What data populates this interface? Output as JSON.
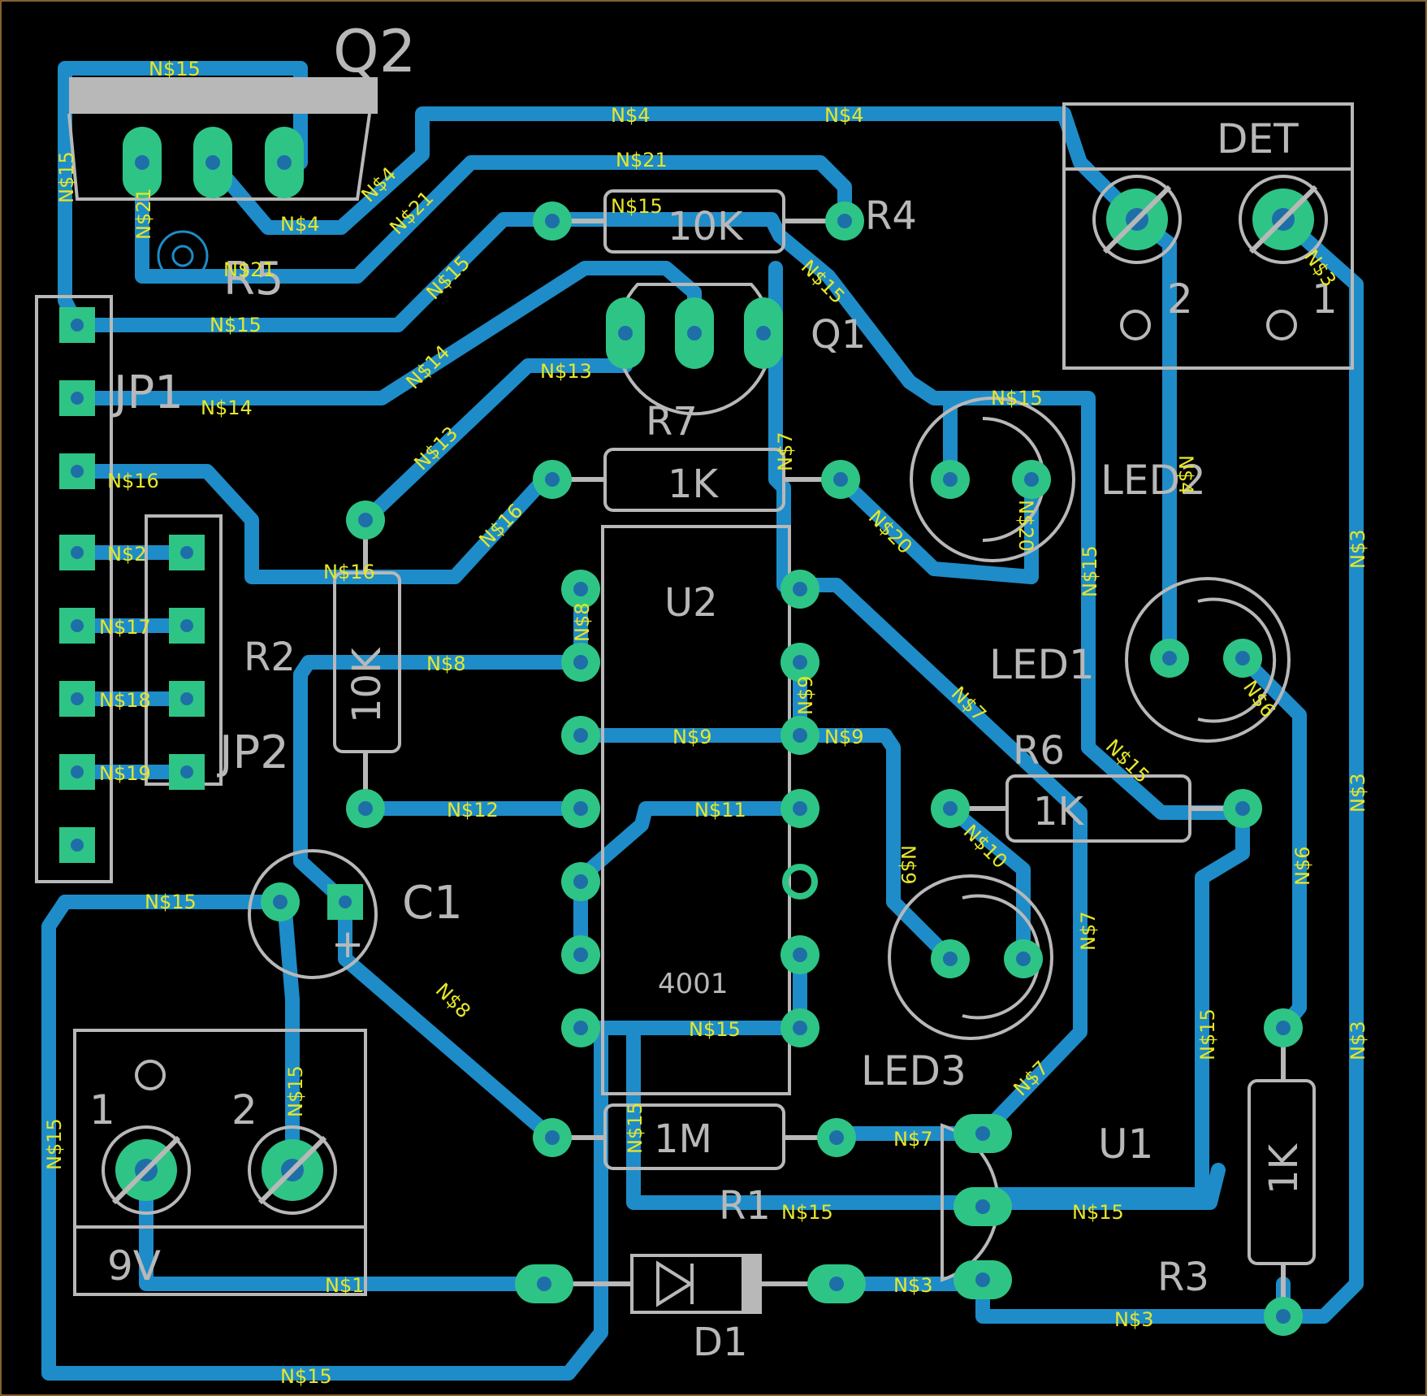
{
  "colors": {
    "background": "#000000",
    "trace": "#1e8cc8",
    "pad": "#2ec486",
    "silkscreen": "#b8b8b8",
    "net_label": "#e6e62a",
    "board_outline": "#b08040"
  },
  "components": {
    "Q2": {
      "name": "Q2"
    },
    "R4": {
      "name": "R4",
      "value": "10K"
    },
    "R5": {
      "name": "R5"
    },
    "Q1": {
      "name": "Q1"
    },
    "R7": {
      "name": "R7",
      "value": "1K"
    },
    "JP1": {
      "name": "JP1"
    },
    "JP2": {
      "name": "JP2"
    },
    "R2": {
      "name": "R2",
      "value": "10K"
    },
    "U2": {
      "name": "U2",
      "value": "4001"
    },
    "DET": {
      "name": "DET",
      "pin1": "1",
      "pin2": "2"
    },
    "LED2": {
      "name": "LED2"
    },
    "LED1": {
      "name": "LED1"
    },
    "R6": {
      "name": "R6",
      "value": "1K"
    },
    "LED3": {
      "name": "LED3"
    },
    "C1": {
      "name": "C1",
      "plus": "+"
    },
    "R1": {
      "name": "R1",
      "value": "1M"
    },
    "U1": {
      "name": "U1"
    },
    "R3": {
      "name": "R3",
      "value": "1K"
    },
    "D1": {
      "name": "D1"
    },
    "BAT": {
      "name": "9V",
      "pin1": "1",
      "pin2": "2"
    }
  },
  "net_labels": [
    {
      "text": "N$15"
    },
    {
      "text": "N$15"
    },
    {
      "text": "N$4"
    },
    {
      "text": "N$4"
    },
    {
      "text": "N$21"
    },
    {
      "text": "N$15"
    },
    {
      "text": "N$4"
    },
    {
      "text": "N$4"
    },
    {
      "text": "N$21"
    },
    {
      "text": "N$21"
    },
    {
      "text": "N$21"
    },
    {
      "text": "N$15"
    },
    {
      "text": "N$15"
    },
    {
      "text": "N$15"
    },
    {
      "text": "N$14"
    },
    {
      "text": "N$13"
    },
    {
      "text": "N$14"
    },
    {
      "text": "N$13"
    },
    {
      "text": "N$16"
    },
    {
      "text": "N$16"
    },
    {
      "text": "N$16"
    },
    {
      "text": "N$2"
    },
    {
      "text": "N$17"
    },
    {
      "text": "N$18"
    },
    {
      "text": "N$19"
    },
    {
      "text": "N$8"
    },
    {
      "text": "N$8"
    },
    {
      "text": "N$9"
    },
    {
      "text": "N$9"
    },
    {
      "text": "N$9"
    },
    {
      "text": "N$12"
    },
    {
      "text": "N$11"
    },
    {
      "text": "N$9"
    },
    {
      "text": "N$7"
    },
    {
      "text": "N$7"
    },
    {
      "text": "N$15"
    },
    {
      "text": "N$20"
    },
    {
      "text": "N$20"
    },
    {
      "text": "N$15"
    },
    {
      "text": "N$4"
    },
    {
      "text": "N$3"
    },
    {
      "text": "N$3"
    },
    {
      "text": "N$3"
    },
    {
      "text": "N$3"
    },
    {
      "text": "N$6"
    },
    {
      "text": "N$6"
    },
    {
      "text": "N$15"
    },
    {
      "text": "N$10"
    },
    {
      "text": "N$7"
    },
    {
      "text": "N$15"
    },
    {
      "text": "N$7"
    },
    {
      "text": "N$15"
    },
    {
      "text": "N$8"
    },
    {
      "text": "N$15"
    },
    {
      "text": "N$15"
    },
    {
      "text": "N$15"
    },
    {
      "text": "N$1"
    },
    {
      "text": "N$3"
    },
    {
      "text": "N$15"
    },
    {
      "text": "N$3"
    },
    {
      "text": "N$15"
    },
    {
      "text": "N$15"
    },
    {
      "text": "N$7"
    },
    {
      "text": "N$15"
    }
  ]
}
